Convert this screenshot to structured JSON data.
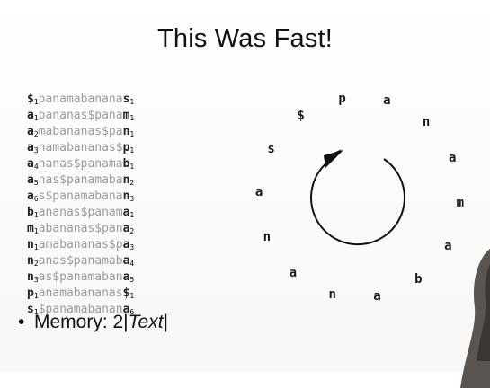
{
  "slide": {
    "title": "This Was Fast!",
    "rotations": [
      {
        "first": "$",
        "first_sub": "1",
        "mid": "panamabanana",
        "last": "s",
        "last_sub": "1"
      },
      {
        "first": "a",
        "first_sub": "1",
        "mid": "bananas$pana",
        "last": "m",
        "last_sub": "1"
      },
      {
        "first": "a",
        "first_sub": "2",
        "mid": "mabananas$pa",
        "last": "n",
        "last_sub": "1"
      },
      {
        "first": "a",
        "first_sub": "3",
        "mid": "namabananas$",
        "last": "p",
        "last_sub": "1"
      },
      {
        "first": "a",
        "first_sub": "4",
        "mid": "nanas$panama",
        "last": "b",
        "last_sub": "1"
      },
      {
        "first": "a",
        "first_sub": "5",
        "mid": "nas$panamaba",
        "last": "n",
        "last_sub": "2"
      },
      {
        "first": "a",
        "first_sub": "6",
        "mid": "s$panamabana",
        "last": "n",
        "last_sub": "3"
      },
      {
        "first": "b",
        "first_sub": "1",
        "mid": "ananas$panam",
        "last": "a",
        "last_sub": "1"
      },
      {
        "first": "m",
        "first_sub": "1",
        "mid": "abananas$pan",
        "last": "a",
        "last_sub": "2"
      },
      {
        "first": "n",
        "first_sub": "1",
        "mid": "amabananas$p",
        "last": "a",
        "last_sub": "3"
      },
      {
        "first": "n",
        "first_sub": "2",
        "mid": "anas$panamab",
        "last": "a",
        "last_sub": "4"
      },
      {
        "first": "n",
        "first_sub": "3",
        "mid": "as$panamaban",
        "last": "a",
        "last_sub": "5"
      },
      {
        "first": "p",
        "first_sub": "1",
        "mid": "anamabananas",
        "last": "$",
        "last_sub": "1"
      },
      {
        "first": "s",
        "first_sub": "1",
        "mid": "$panamabanan",
        "last": "a",
        "last_sub": "6"
      }
    ],
    "bullet": {
      "dot": "•",
      "prefix": "Memory: 2|",
      "italic": "Text",
      "suffix": "|"
    },
    "circle_letters": [
      "p",
      "a",
      "n",
      "a",
      "m",
      "a",
      "b",
      "a",
      "n",
      "a",
      "n",
      "a",
      "s",
      "$"
    ]
  }
}
